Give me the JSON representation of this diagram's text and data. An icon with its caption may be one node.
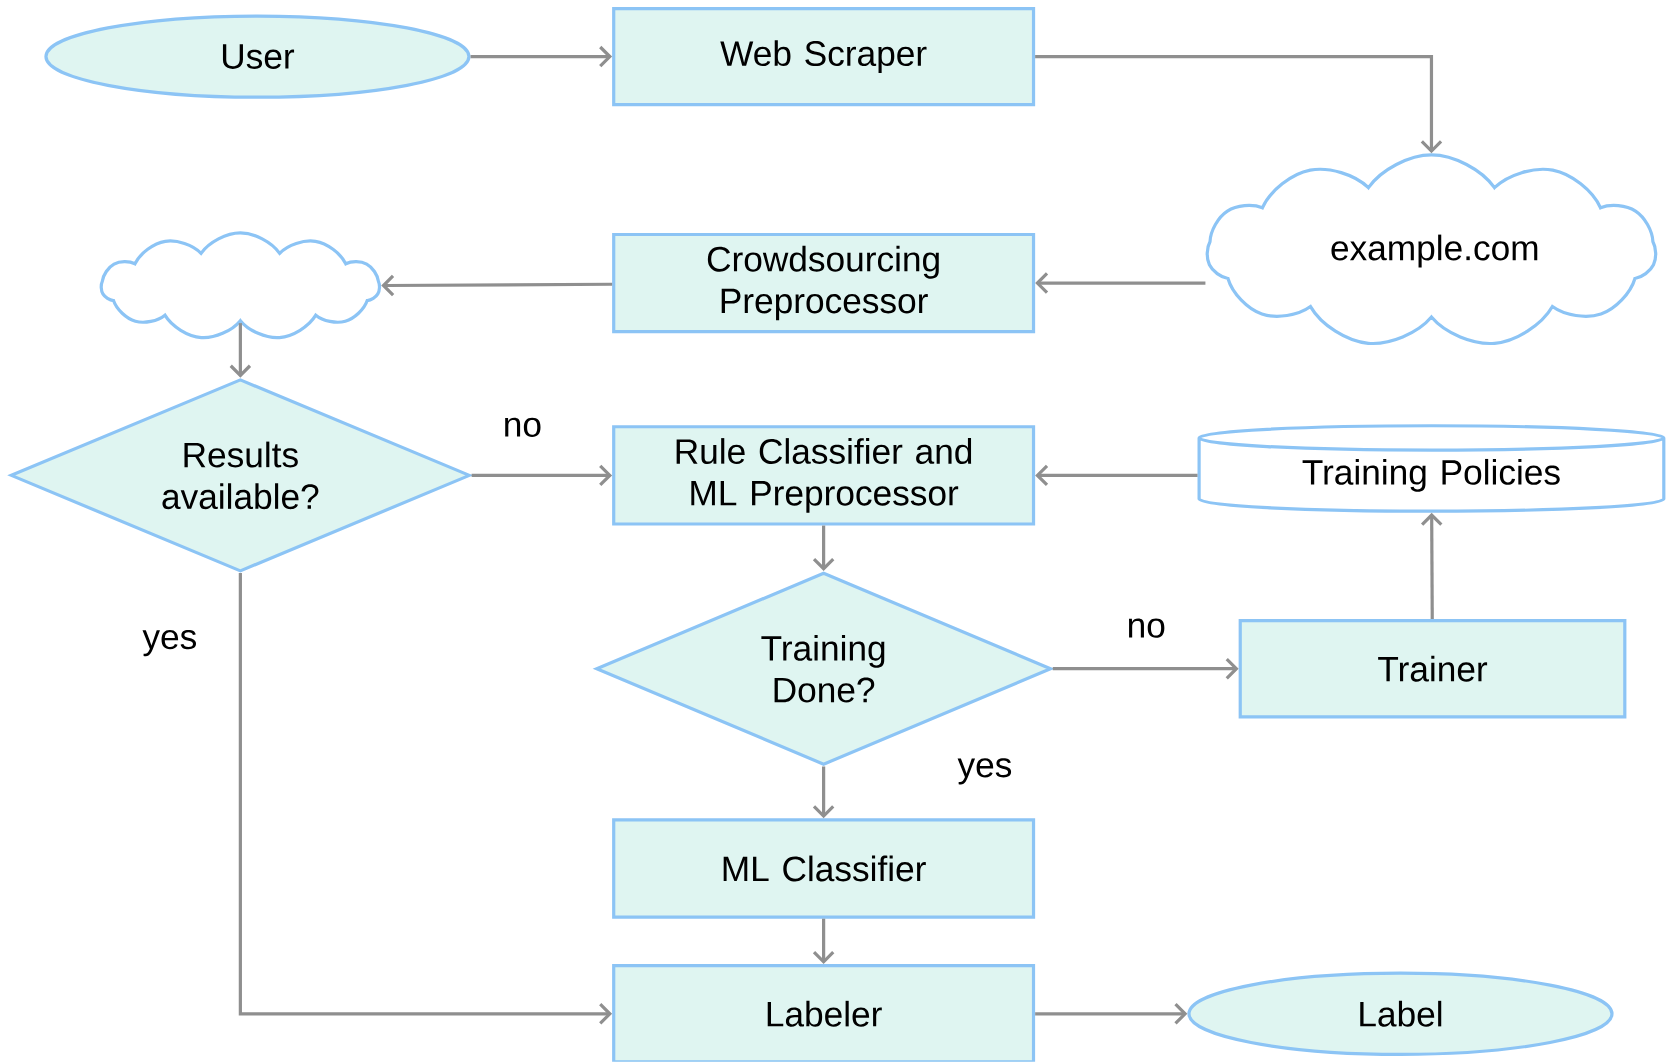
{
  "diagram": {
    "nodes": [
      {
        "text": [
          "User"
        ]
      },
      {
        "text": [
          "Web Scraper"
        ]
      },
      {
        "text": [
          "example.com"
        ]
      },
      {
        "text": [],
        "shape": "cloud"
      },
      {
        "text": [
          "Crowdsourcing Preprocessor"
        ]
      },
      {
        "text": [
          "Results available?"
        ]
      },
      {
        "text": [
          "Rule Classifier and ML Preprocessor"
        ]
      },
      {
        "text": [
          "Training Policies"
        ]
      },
      {
        "text": [
          "Training Done?"
        ]
      },
      {
        "text": [
          "Trainer"
        ]
      },
      {
        "text": [
          "ML Classifier"
        ]
      },
      {
        "text": [
          "Labeler"
        ]
      },
      {
        "text": [
          "Label"
        ]
      }
    ],
    "edges": [
      {
        "from": 0,
        "to": 1,
        "arrow": "to"
      },
      {
        "from": 1,
        "to": 2,
        "arrow": "to"
      },
      {
        "from": 2,
        "to": 4,
        "arrow": "to"
      },
      {
        "from": 4,
        "to": 3,
        "arrow": "to"
      },
      {
        "from": 3,
        "to": 5,
        "arrow": "to"
      },
      {
        "from": 5,
        "to": 6,
        "arrow": "to",
        "label": "no"
      },
      {
        "from": 5,
        "to": 11,
        "arrow": "to",
        "label": "yes"
      },
      {
        "from": 6,
        "to": 8,
        "arrow": "to"
      },
      {
        "from": 8,
        "to": 9,
        "arrow": "to",
        "label": "no"
      },
      {
        "from": 9,
        "to": 7,
        "arrow": "to"
      },
      {
        "from": 7,
        "to": 6,
        "arrow": "to"
      },
      {
        "from": 8,
        "to": 10,
        "arrow": "to",
        "label": "yes"
      },
      {
        "from": 10,
        "to": 11,
        "arrow": "to"
      },
      {
        "from": 11,
        "to": 12,
        "arrow": "to"
      }
    ]
  }
}
